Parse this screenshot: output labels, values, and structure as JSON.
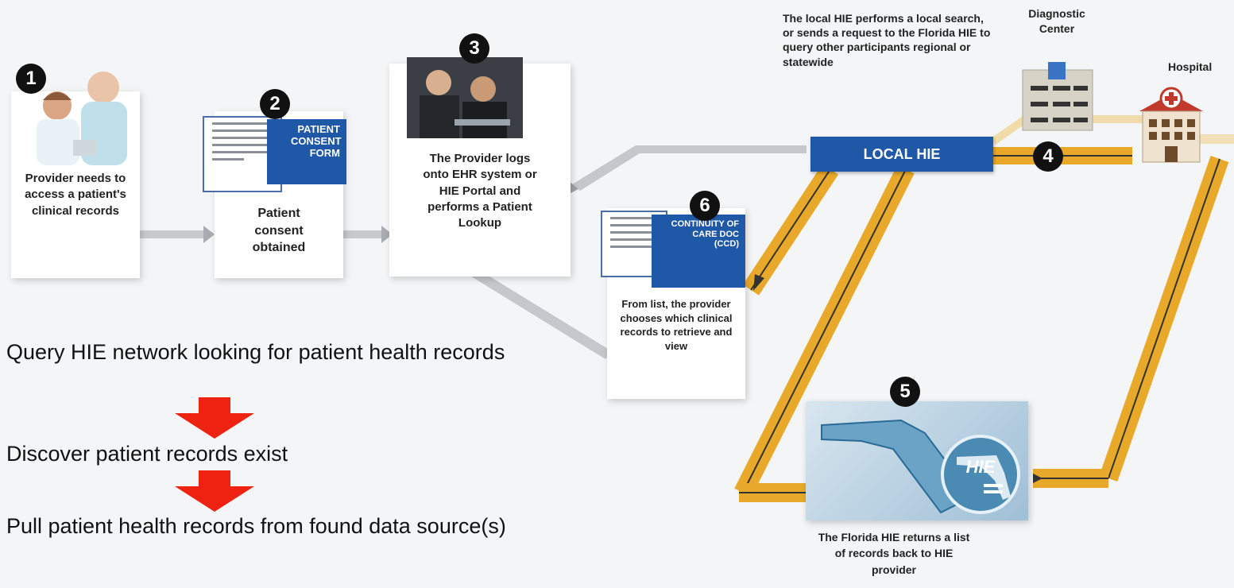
{
  "steps": {
    "s1": {
      "number": "1",
      "text": "Provider needs to access a patient's clinical records"
    },
    "s2": {
      "number": "2",
      "text": "Patient consent obtained",
      "form_label": "PATIENT CONSENT FORM"
    },
    "s3": {
      "number": "3",
      "text": "The Provider logs onto EHR system or HIE Portal and performs a Patient Lookup"
    },
    "s4": {
      "number": "4"
    },
    "s5": {
      "number": "5",
      "text": "The Florida HIE returns a list of records back to HIE provider",
      "logo_text": "HIE"
    },
    "s6": {
      "number": "6",
      "text": "From list, the provider chooses which clinical records to retrieve and view",
      "doc_label": "CONTINUITY OF CARE DOC (CCD)"
    }
  },
  "local_hie": {
    "label": "LOCAL HIE",
    "description": "The local HIE performs a local search, or sends a request to the Florida HIE to query other participants regional or statewide"
  },
  "facilities": {
    "diagnostic_center": "Diagnostic Center",
    "hospital": "Hospital"
  },
  "process": {
    "step_a": "Query HIE network looking for patient health records",
    "step_b": "Discover patient records exist",
    "step_c": "Pull patient health records from found data source(s)"
  },
  "colors": {
    "accent_blue": "#1e58a6",
    "pipe_gold": "#e8a92a",
    "arrow_red": "#ee2211"
  },
  "icons": [
    "doctor-photo",
    "consent-form-icon",
    "meeting-photo",
    "ccd-document-icon",
    "florida-map-icon",
    "diagnostic-center-icon",
    "hospital-icon"
  ]
}
